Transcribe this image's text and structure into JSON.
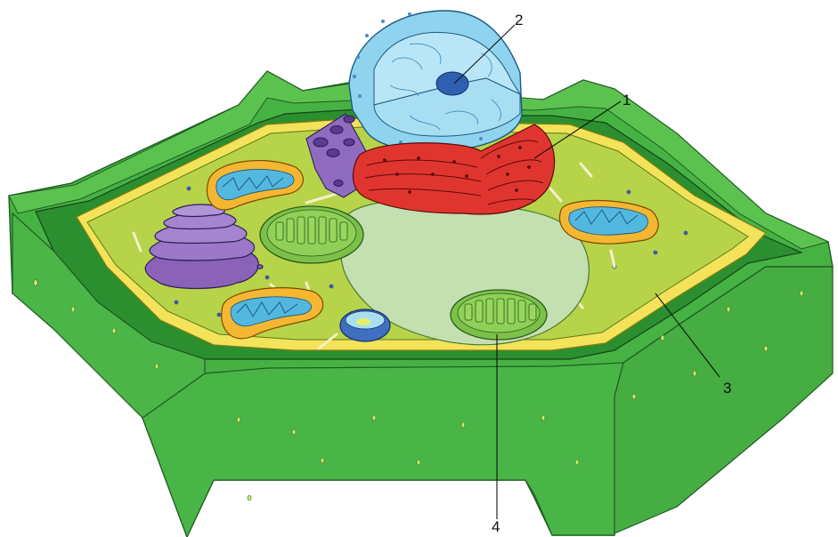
{
  "labels": {
    "one": "1",
    "two": "2",
    "three": "3",
    "four": "4"
  },
  "colors": {
    "cell_wall": "#3fae3f",
    "cell_wall_dark": "#2a8c2e",
    "membrane": "#f2e35a",
    "cytoplasm": "#b7d34a",
    "vacuole": "#c4dfb0",
    "nucleus": "#8fd3ee",
    "nucleolus": "#2e5fb0",
    "endoplasmic_reticulum": "#e0352f",
    "golgi": "#8a63b8",
    "mitochondrion_outer": "#f5b731",
    "mitochondrion_inner": "#53b8e0",
    "chloroplast": "#7cc04a"
  }
}
